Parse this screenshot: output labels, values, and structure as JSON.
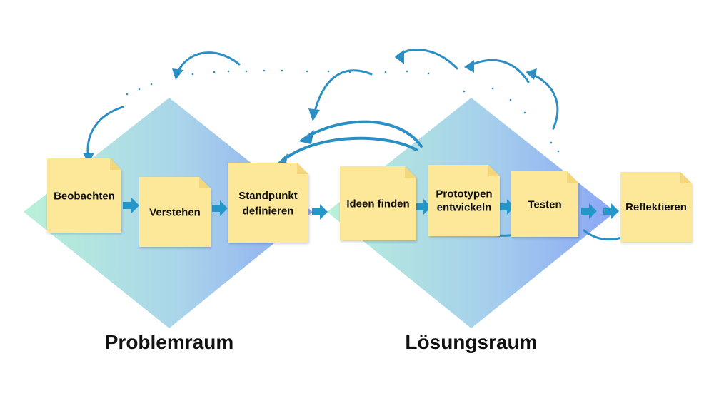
{
  "diagram": {
    "spaces": [
      {
        "id": "problem",
        "label": "Problemraum"
      },
      {
        "id": "solution",
        "label": "Lösungsraum"
      }
    ],
    "steps": [
      {
        "id": "beobachten",
        "lines": [
          "Beobachten"
        ]
      },
      {
        "id": "verstehen",
        "lines": [
          "Verstehen"
        ]
      },
      {
        "id": "standpunkt",
        "lines": [
          "Standpunkt",
          "definieren"
        ]
      },
      {
        "id": "ideen",
        "lines": [
          "Ideen finden"
        ]
      },
      {
        "id": "prototypen",
        "lines": [
          "Prototypen",
          "entwickeln"
        ]
      },
      {
        "id": "testen",
        "lines": [
          "Testen"
        ]
      },
      {
        "id": "reflektieren",
        "lines": [
          "Reflektieren"
        ]
      }
    ],
    "colors": {
      "note": "#fde89a",
      "note_fold": "#f3d77a",
      "arrow": "#2596c8",
      "curve": "#2b8fc4",
      "diamond_left": "#b9f0d9",
      "diamond_right": "#8ba9f3",
      "text": "#111111"
    }
  }
}
